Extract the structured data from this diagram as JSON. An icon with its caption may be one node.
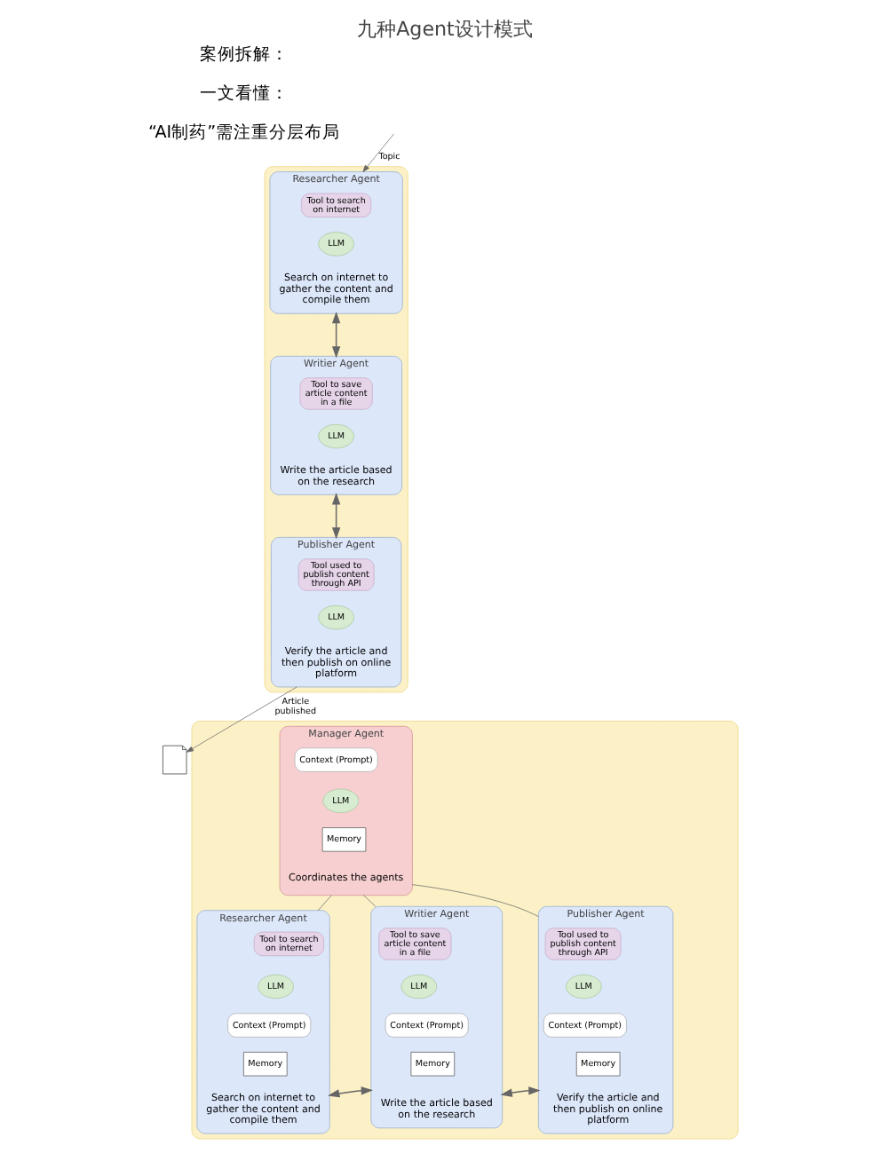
{
  "diagram": {
    "title": "九种Agent设计模式",
    "nodes": [
      {
        "text": [],
        "shape": "box"
      },
      {
        "text": [
          "Researcher Agent"
        ],
        "in": 0,
        "beside": [
          "Search on internet to gather the content and compile them"
        ]
      },
      {
        "text": [
          "Tool to search on internet"
        ],
        "in": 1
      },
      {
        "text": [
          "LLM"
        ],
        "in": 1
      },
      {
        "text": [
          "Writier Agent"
        ],
        "in": 0,
        "beside": [
          "Write the article based on the research"
        ]
      },
      {
        "text": [
          "Tool to save article content in a file"
        ],
        "in": 4
      },
      {
        "text": [
          "LLM"
        ],
        "in": 4
      },
      {
        "text": [
          "Publisher Agent"
        ],
        "in": 0,
        "beside": [
          "Verify the article and then publish on online platform"
        ]
      },
      {
        "text": [
          "Tool used to publish content through API"
        ],
        "in": 7
      },
      {
        "text": [
          "LLM"
        ],
        "in": 7
      },
      {
        "text": [],
        "shape": "document"
      },
      {
        "text": [],
        "shape": "box"
      },
      {
        "text": [
          "Manager Agent"
        ],
        "in": 11,
        "beside": [
          "Coordinates the agents"
        ]
      },
      {
        "text": [
          "Context (Prompt)"
        ],
        "in": 12
      },
      {
        "text": [
          "LLM"
        ],
        "in": 12
      },
      {
        "text": [
          "Memory"
        ],
        "in": 12
      },
      {
        "text": [
          "Researcher Agent"
        ],
        "in": 11,
        "beside": [
          "Search on internet to gather the content and compile them"
        ]
      },
      {
        "text": [
          "Tool to search on internet"
        ],
        "in": 16
      },
      {
        "text": [
          "LLM"
        ],
        "in": 16
      },
      {
        "text": [
          "Context (Prompt)"
        ],
        "in": 16
      },
      {
        "text": [
          "Memory"
        ],
        "in": 16
      },
      {
        "text": [
          "Writier Agent"
        ],
        "in": 11,
        "beside": [
          "Write the article based on the research"
        ]
      },
      {
        "text": [
          "Tool to save article content in a file"
        ],
        "in": 21
      },
      {
        "text": [
          "LLM"
        ],
        "in": 21
      },
      {
        "text": [
          "Context (Prompt)"
        ],
        "in": 21
      },
      {
        "text": [
          "Memory"
        ],
        "in": 21
      },
      {
        "text": [
          "Publisher Agent"
        ],
        "in": 11,
        "beside": [
          "Verify the article and then publish on online platform"
        ]
      },
      {
        "text": [
          "Tool used to publish content through API"
        ],
        "in": 26
      },
      {
        "text": [
          "LLM"
        ],
        "in": 26
      },
      {
        "text": [
          "Context (Prompt)"
        ],
        "in": 26
      },
      {
        "text": [
          "Memory"
        ],
        "in": 26
      }
    ],
    "edges": [
      {
        "from": null,
        "to": 1,
        "arrow": "to",
        "label": "Topic"
      },
      {
        "from": 1,
        "to": 4,
        "arrow": "both"
      },
      {
        "from": 4,
        "to": 7,
        "arrow": "both"
      },
      {
        "from": 7,
        "to": 10,
        "arrow": "to",
        "label": "Article published"
      },
      {
        "from": 12,
        "to": 16,
        "arrow": "none"
      },
      {
        "from": 12,
        "to": 21,
        "arrow": "none"
      },
      {
        "from": 12,
        "to": 26,
        "arrow": "none"
      },
      {
        "from": 16,
        "to": 21,
        "arrow": "both"
      },
      {
        "from": 21,
        "to": 26,
        "arrow": "both"
      }
    ],
    "labels": [
      "案例拆解：",
      "一文看懂：",
      "“AI制药”需注重分层布局"
    ]
  }
}
